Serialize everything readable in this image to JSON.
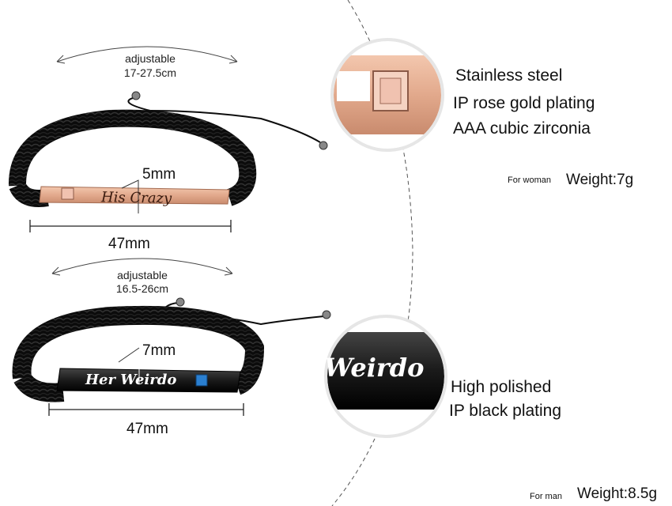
{
  "top_bracelet": {
    "adjustable_label": "adjustable",
    "size_range": "17-27.5cm",
    "engraving": "His Crazy",
    "width_label": "5mm",
    "length_label": "47mm",
    "bar_color": "#e2a98c",
    "stone": "pink-cubic-zirconia-icon"
  },
  "bottom_bracelet": {
    "adjustable_label": "adjustable",
    "size_range": "16.5-26cm",
    "engraving": "Her Weirdo",
    "width_label": "7mm",
    "length_label": "47mm",
    "bar_color": "#1d1d1d",
    "stone": "blue-cubic-zirconia-icon"
  },
  "top_detail": {
    "lines": [
      "Stainless steel",
      "IP rose gold plating",
      "AAA cubic zirconia"
    ],
    "for_label": "For woman",
    "weight": "Weight:7g"
  },
  "bottom_detail": {
    "zoom_text": "Weirdo",
    "lines": [
      "High polished",
      "IP black plating"
    ],
    "for_label": "For man",
    "weight": "Weight:8.5g"
  },
  "colors": {
    "cord": "#0d0d0d",
    "rose_gold": "#e2a98c",
    "black_steel": "#1d1d1d",
    "blue_stone": "#2a7fd0",
    "pink_stone": "#f0c2b0"
  }
}
